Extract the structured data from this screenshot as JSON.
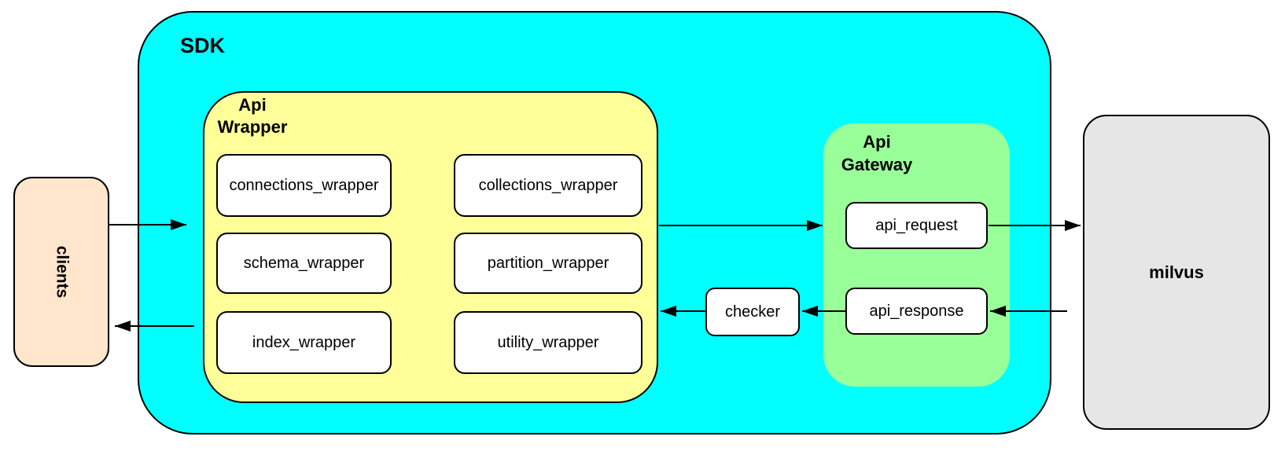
{
  "diagram": {
    "nodes": {
      "clients": {
        "label": "clients",
        "fill": "#FFE6CC"
      },
      "sdk": {
        "label": "SDK",
        "fill": "#00FFFF"
      },
      "api_wrapper": {
        "label": "Api\nWrapper",
        "fill": "#FFFF99"
      },
      "connections_wrapper": {
        "label": "connections_wrapper",
        "fill": "#FFFFFF"
      },
      "collections_wrapper": {
        "label": "collections_wrapper",
        "fill": "#FFFFFF"
      },
      "schema_wrapper": {
        "label": "schema_wrapper",
        "fill": "#FFFFFF"
      },
      "partition_wrapper": {
        "label": "partition_wrapper",
        "fill": "#FFFFFF"
      },
      "index_wrapper": {
        "label": "index_wrapper",
        "fill": "#FFFFFF"
      },
      "utility_wrapper": {
        "label": "utility_wrapper",
        "fill": "#FFFFFF"
      },
      "api_gateway": {
        "label": "Api\nGateway",
        "fill": "#99FF99"
      },
      "api_request": {
        "label": "api_request",
        "fill": "#FFFFFF"
      },
      "api_response": {
        "label": "api_response",
        "fill": "#FFFFFF"
      },
      "checker": {
        "label": "checker",
        "fill": "#FFFFFF"
      },
      "milvus": {
        "label": "milvus",
        "fill": "#E6E6E6"
      }
    },
    "edges": [
      {
        "from": "clients",
        "to": "sdk"
      },
      {
        "from": "sdk",
        "to": "clients"
      },
      {
        "from": "api_wrapper",
        "to": "api_gateway"
      },
      {
        "from": "api_request",
        "to": "milvus"
      },
      {
        "from": "milvus",
        "to": "api_response"
      },
      {
        "from": "api_response",
        "to": "checker"
      },
      {
        "from": "checker",
        "to": "api_wrapper"
      }
    ],
    "stroke_color": "#000000",
    "border_color": "#000000"
  }
}
